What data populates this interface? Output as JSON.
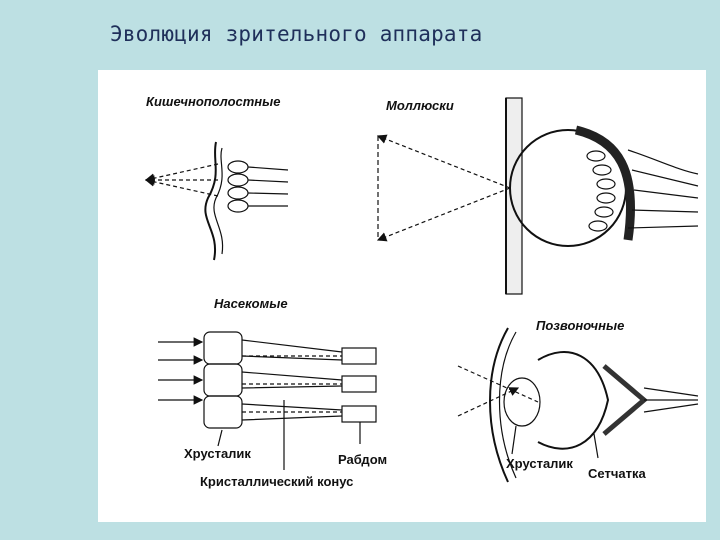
{
  "slide": {
    "title": "Эволюция зрительного аппарата"
  },
  "figure": {
    "panels": {
      "cnidarians": {
        "label": "Кишечнополостные"
      },
      "molluscs": {
        "label": "Моллюски"
      },
      "insects": {
        "label": "Насекомые",
        "parts": {
          "lens": "Хрусталик",
          "crystal_cone": "Кристаллический конус",
          "rhabdom": "Рабдом"
        }
      },
      "vertebrates": {
        "label": "Позвоночные",
        "parts": {
          "lens": "Хрусталик",
          "retina": "Сетчатка"
        }
      }
    }
  }
}
